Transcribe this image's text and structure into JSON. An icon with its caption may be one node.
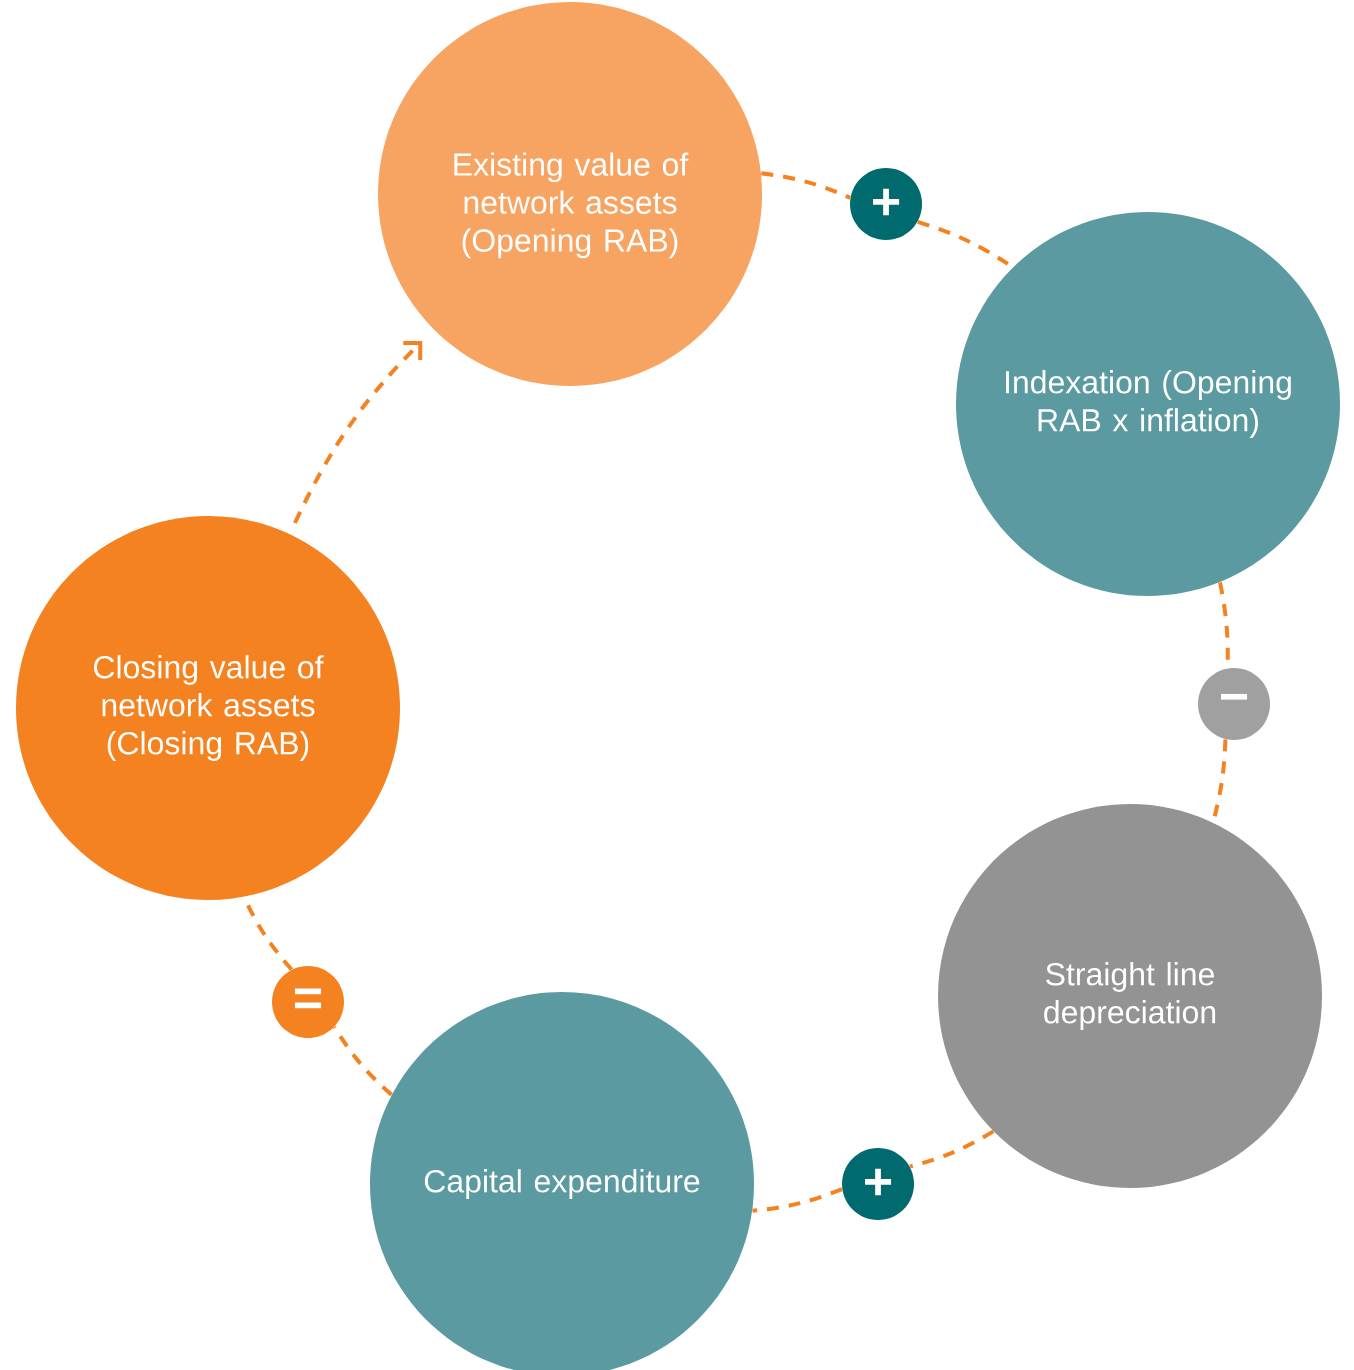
{
  "diagram": {
    "nodes": [
      {
        "text": [
          "Existing value of network assets (Opening RAB)"
        ]
      },
      {
        "text": [
          "+"
        ]
      },
      {
        "text": [
          "Indexation (Opening RAB x inflation)"
        ]
      },
      {
        "text": [
          "−"
        ]
      },
      {
        "text": [
          "Straight line depreciation"
        ]
      },
      {
        "text": [
          "+"
        ]
      },
      {
        "text": [
          "Capital expenditure"
        ]
      },
      {
        "text": [
          "="
        ]
      },
      {
        "text": [
          "Closing value of network assets (Closing RAB)"
        ]
      }
    ],
    "edges": [
      {
        "from": 0,
        "to": 1,
        "arrow": "none",
        "style": "dashed"
      },
      {
        "from": 1,
        "to": 2,
        "arrow": "none",
        "style": "dashed"
      },
      {
        "from": 2,
        "to": 3,
        "arrow": "none",
        "style": "dashed"
      },
      {
        "from": 3,
        "to": 4,
        "arrow": "none",
        "style": "dashed"
      },
      {
        "from": 4,
        "to": 5,
        "arrow": "none",
        "style": "dashed"
      },
      {
        "from": 5,
        "to": 6,
        "arrow": "none",
        "style": "dashed"
      },
      {
        "from": 6,
        "to": 7,
        "arrow": "none",
        "style": "dashed"
      },
      {
        "from": 7,
        "to": 8,
        "arrow": "none",
        "style": "dashed"
      },
      {
        "from": 8,
        "to": 0,
        "arrow": "to",
        "style": "dashed"
      }
    ]
  }
}
